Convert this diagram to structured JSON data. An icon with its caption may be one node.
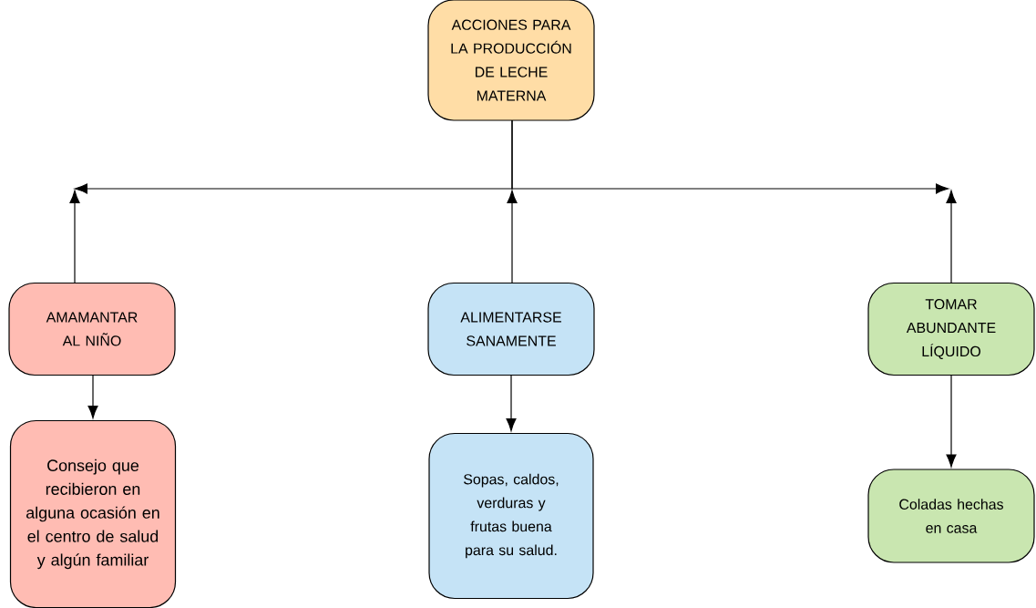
{
  "diagram": {
    "nodes": [
      {
        "text": [
          "ACCIONES PARA LA PRODUCCIÓN DE LECHE MATERNA"
        ]
      },
      {
        "text": [
          "AMAMANTAR AL NIÑO"
        ]
      },
      {
        "text": [
          "ALIMENTARSE SANAMENTE"
        ]
      },
      {
        "text": [
          "TOMAR ABUNDANTE LÍQUIDO"
        ]
      },
      {
        "text": [
          "Consejo que recibieron en alguna ocasión en el centro de salud y algún familiar"
        ]
      },
      {
        "text": [
          "Sopas, caldos, verduras y frutas buena para su salud."
        ]
      },
      {
        "text": [
          "Coladas hechas en casa"
        ]
      }
    ],
    "edges": [
      {
        "from": 0,
        "to": null,
        "arrow": "to"
      },
      {
        "from": 0,
        "to": null,
        "arrow": "to"
      },
      {
        "from": 1,
        "to": null,
        "arrow": "to"
      },
      {
        "from": 2,
        "to": null,
        "arrow": "to"
      },
      {
        "from": 3,
        "to": null,
        "arrow": "to"
      },
      {
        "from": 1,
        "to": 4,
        "arrow": "to"
      },
      {
        "from": 2,
        "to": 5,
        "arrow": "to"
      },
      {
        "from": 3,
        "to": 6,
        "arrow": "to"
      }
    ]
  }
}
